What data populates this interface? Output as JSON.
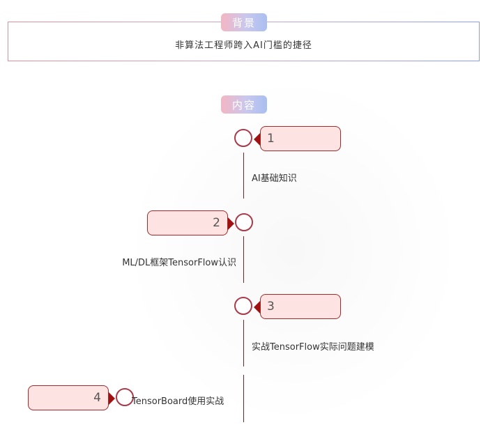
{
  "background_section": {
    "title": "背景",
    "text": "非算法工程师跨入AI门槛的捷径"
  },
  "content_section": {
    "title": "内容",
    "steps": [
      {
        "number": "1",
        "label": "AI基础知识"
      },
      {
        "number": "2",
        "label": "ML/DL框架TensorFlow认识"
      },
      {
        "number": "3",
        "label": "实战TensorFlow实际问题建模"
      },
      {
        "number": "4",
        "label": "TensorBoard使用实战"
      }
    ]
  },
  "colors": {
    "node_fill": "#fde3e1",
    "node_border": "#a12a2a",
    "line": "#8b1d1d",
    "circle_border": "#a83a4a"
  }
}
